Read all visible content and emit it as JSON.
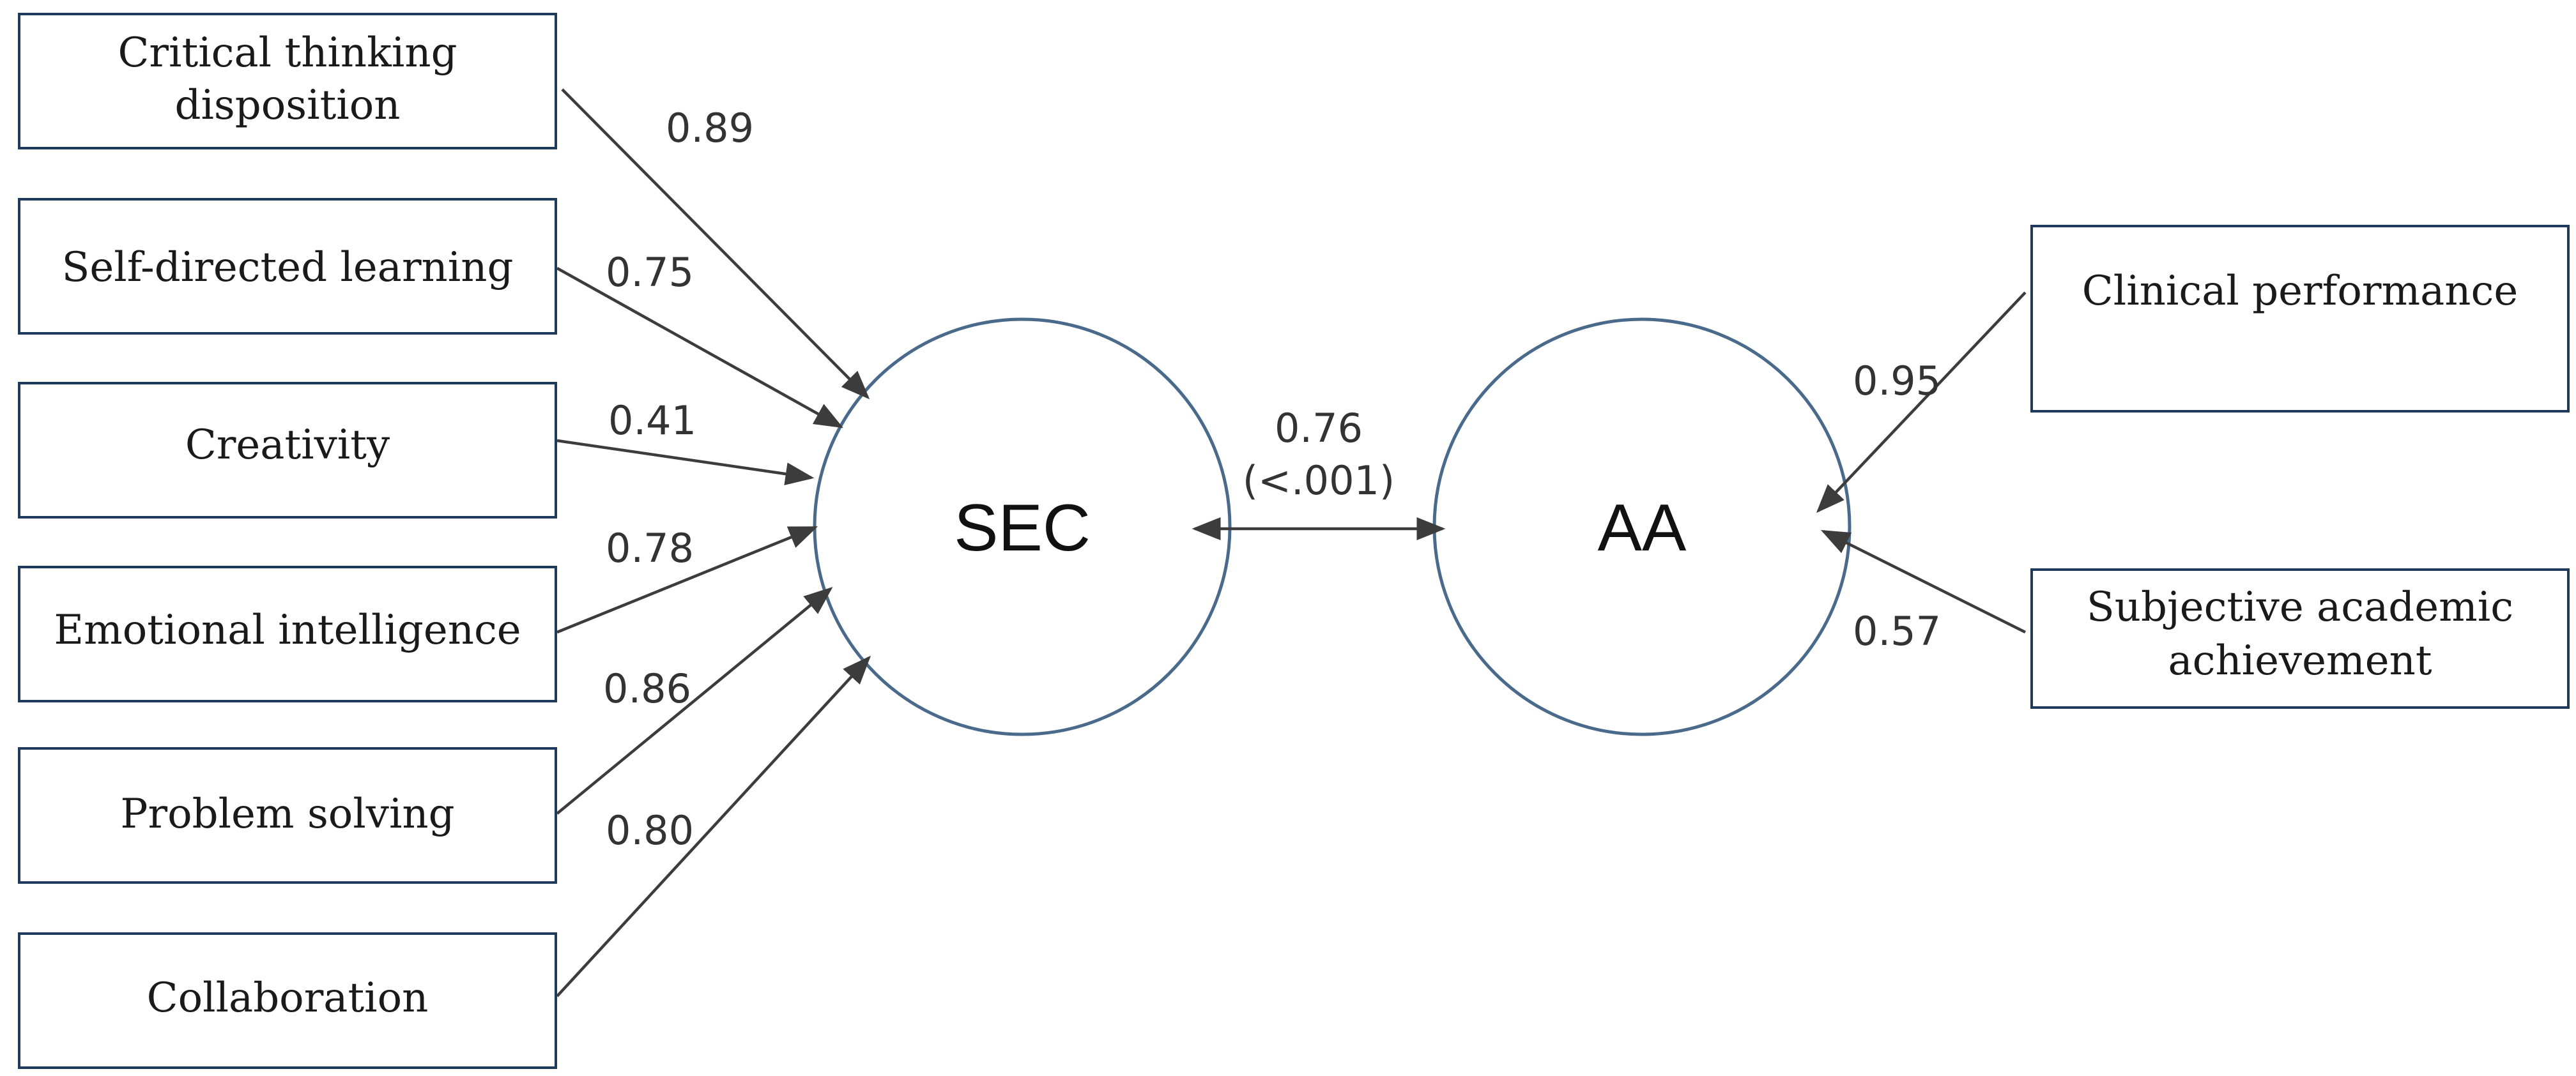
{
  "diagram": {
    "left_indicators": [
      {
        "lines": [
          "Critical thinking",
          "disposition"
        ],
        "loading": "0.89"
      },
      {
        "lines": [
          "Self-directed learning"
        ],
        "loading": "0.75"
      },
      {
        "lines": [
          "Creativity"
        ],
        "loading": "0.41"
      },
      {
        "lines": [
          "Emotional intelligence"
        ],
        "loading": "0.78"
      },
      {
        "lines": [
          "Problem solving"
        ],
        "loading": "0.86"
      },
      {
        "lines": [
          "Collaboration"
        ],
        "loading": "0.80"
      }
    ],
    "right_indicators": [
      {
        "lines": [
          "Clinical performance"
        ],
        "loading": "0.95"
      },
      {
        "lines": [
          "Subjective academic",
          "achievement"
        ],
        "loading": "0.57"
      }
    ],
    "latent_left": "SEC",
    "latent_right": "AA",
    "correlation": {
      "value": "0.76",
      "p": "(<.001)"
    }
  }
}
